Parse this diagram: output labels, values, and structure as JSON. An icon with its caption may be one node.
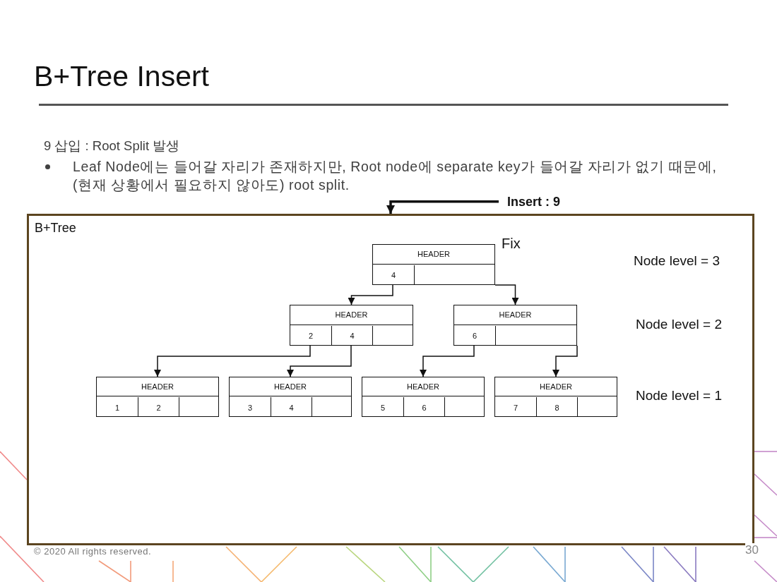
{
  "diagram": {
    "title": "B+Tree Insert",
    "nodes": [
      {
        "text": [
          "Insert : 9"
        ]
      },
      {
        "text": [
          "B+Tree"
        ]
      },
      {
        "text": [
          "HEADER",
          "4"
        ],
        "in": 1,
        "beside": [
          "Fix"
        ]
      },
      {
        "text": [
          "HEADER",
          "2",
          "4"
        ],
        "in": 1
      },
      {
        "text": [
          "HEADER",
          "6"
        ],
        "in": 1
      },
      {
        "text": [
          "HEADER",
          "1",
          "2"
        ],
        "in": 1
      },
      {
        "text": [
          "HEADER",
          "3",
          "4"
        ],
        "in": 1
      },
      {
        "text": [
          "HEADER",
          "5",
          "6"
        ],
        "in": 1
      },
      {
        "text": [
          "HEADER",
          "7",
          "8"
        ],
        "in": 1
      }
    ],
    "edges": [
      {
        "from": 0,
        "to": 1,
        "arrow": "to",
        "style": "thick"
      },
      {
        "from": 2,
        "to": 3,
        "arrow": "to"
      },
      {
        "from": 2,
        "to": 4,
        "arrow": "to"
      },
      {
        "from": 3,
        "to": 5,
        "arrow": "to"
      },
      {
        "from": 3,
        "to": 6,
        "arrow": "to"
      },
      {
        "from": 4,
        "to": 7,
        "arrow": "to"
      },
      {
        "from": 4,
        "to": 8,
        "arrow": "to"
      }
    ],
    "labels": [
      "9 삽입 : Root Split 발생",
      "Leaf Node에는 들어갈 자리가 존재하지만, Root node에 separate key가 들어갈 자리가 없기 때문에, (현재 상황에서 필요하지 않아도) root split.",
      "Node level = 3",
      "Node level = 2",
      "Node level = 1",
      "© 2020 All rights reserved.",
      "30"
    ]
  }
}
